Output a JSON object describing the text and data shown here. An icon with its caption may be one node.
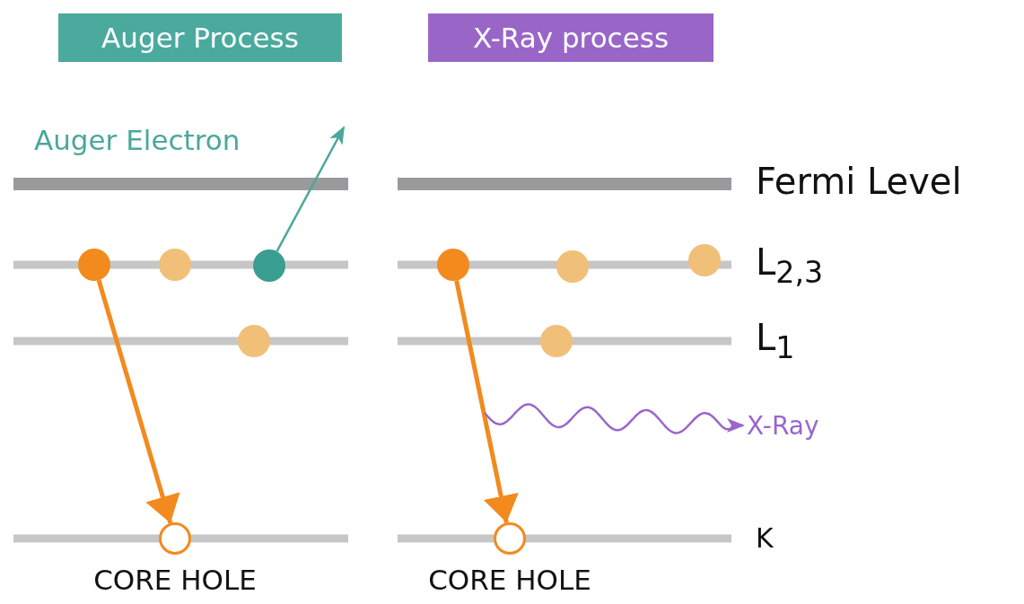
{
  "diagram": {
    "nodes": [
      {
        "text": [
          "Auger Process"
        ]
      },
      {
        "text": [
          "X-Ray process"
        ]
      },
      {
        "text": [],
        "shape": "circle"
      },
      {
        "text": [],
        "shape": "circle"
      },
      {
        "text": [],
        "shape": "circle"
      },
      {
        "text": [],
        "shape": "circle"
      },
      {
        "text": [],
        "shape": "circle",
        "beside": [
          "CORE HOLE"
        ]
      },
      {
        "text": [],
        "shape": "circle"
      },
      {
        "text": [],
        "shape": "circle"
      },
      {
        "text": [],
        "shape": "circle"
      },
      {
        "text": [],
        "shape": "circle"
      },
      {
        "text": [],
        "shape": "circle",
        "beside": [
          "CORE HOLE"
        ]
      },
      {
        "text": [
          "X-Ray"
        ]
      }
    ],
    "edges": [
      {
        "from": 2,
        "to": 6,
        "arrow": "to",
        "style": "thick"
      },
      {
        "from": 7,
        "to": 11,
        "arrow": "to",
        "style": "thick"
      },
      {
        "from": 4,
        "to": null,
        "arrow": "to",
        "label": "Auger Electron",
        "color": "#4aa89a"
      },
      {
        "from": null,
        "to": 12,
        "arrow": "to",
        "color": "#9966cc"
      }
    ],
    "labels": [
      "Fermi Level",
      "L$_{2,3}$",
      "L$_{1}$",
      "K"
    ]
  }
}
